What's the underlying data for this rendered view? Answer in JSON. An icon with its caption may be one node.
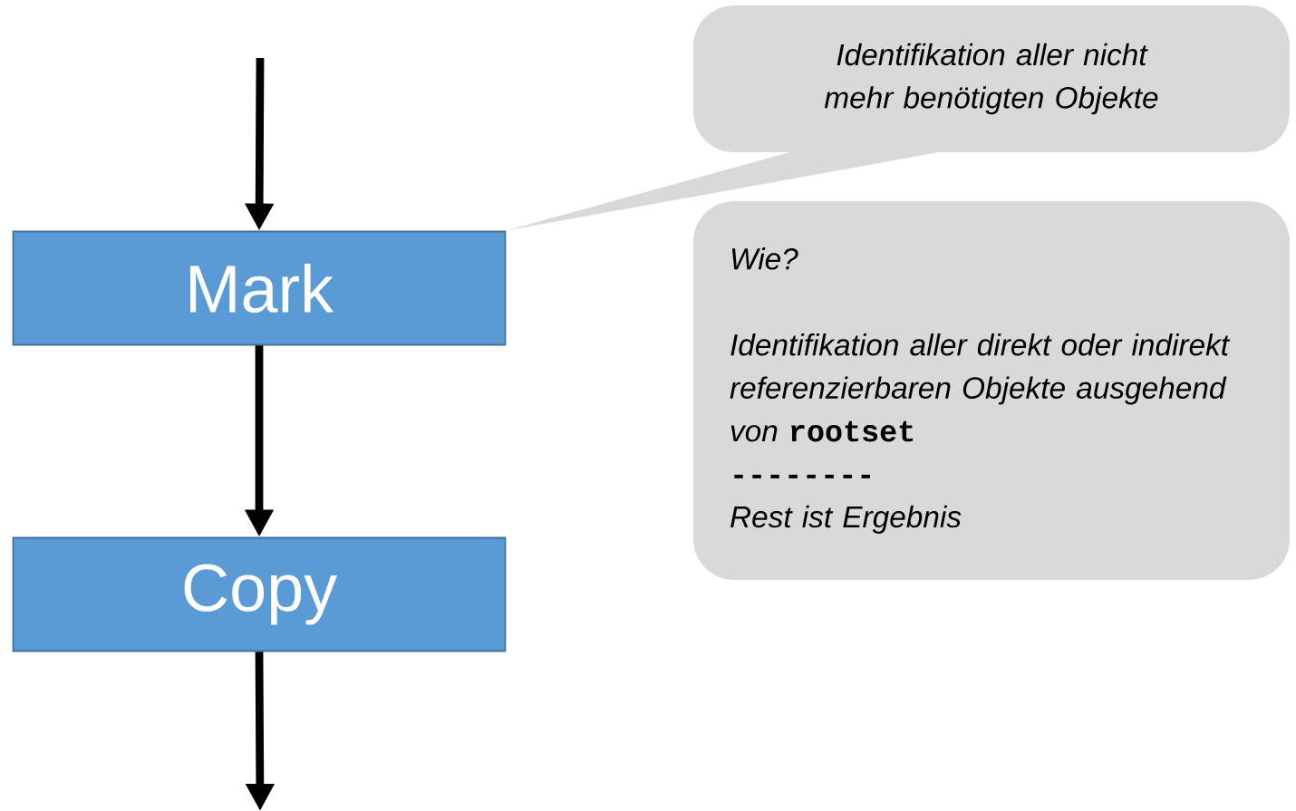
{
  "diagram": {
    "nodes": [
      {
        "text": [
          "Mark"
        ]
      },
      {
        "text": [
          "Copy"
        ]
      },
      {
        "text": [
          "Identifikation aller nicht mehr benötigten Objekte"
        ]
      },
      {
        "text": [
          "Wie?",
          "Identifikation aller direkt oder indirekt referenzierbaren Objekte ausgehend von",
          "rootset",
          "--------",
          "Rest ist Ergebnis"
        ]
      }
    ],
    "edges": [
      {
        "from": null,
        "to": 0,
        "arrow": "to"
      },
      {
        "from": 0,
        "to": 1,
        "arrow": "to"
      },
      {
        "from": 1,
        "to": null,
        "arrow": "to"
      },
      {
        "from": 2,
        "to": 0,
        "arrow": "none"
      }
    ]
  }
}
